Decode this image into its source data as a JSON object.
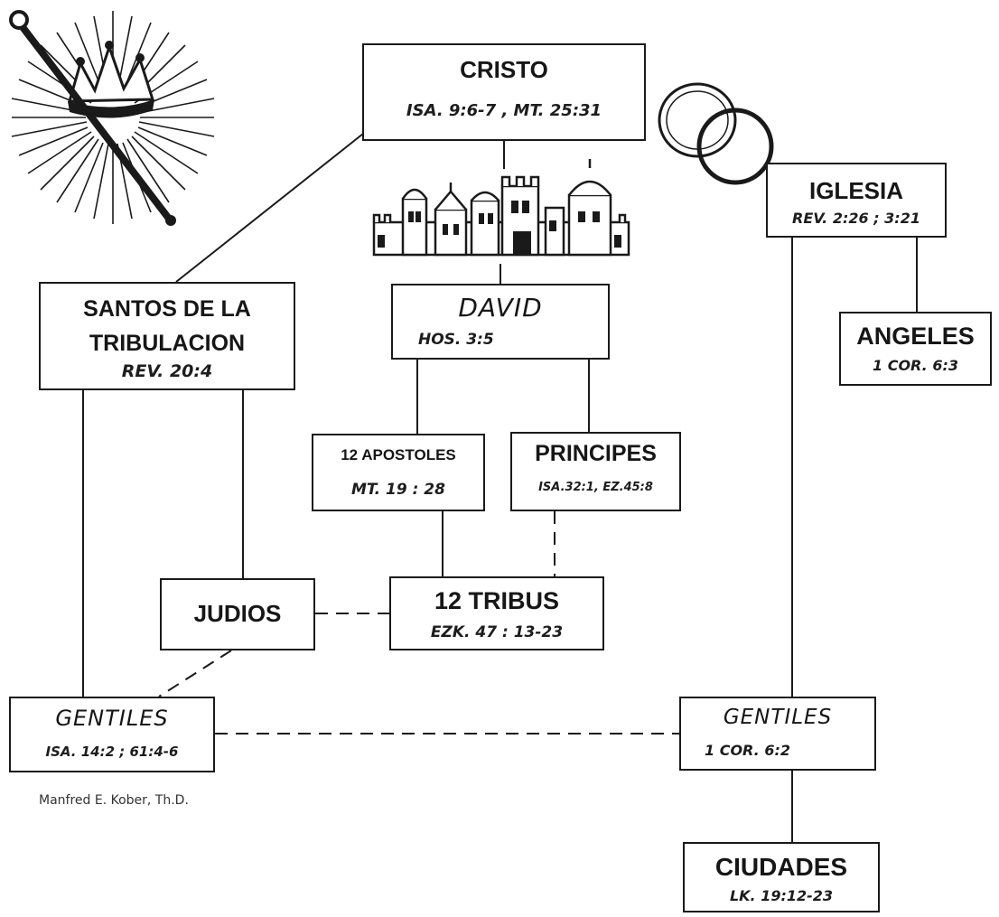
{
  "nodes": {
    "cristo": {
      "title": "CRISTO",
      "ref": "ISA. 9:6-7 , MT. 25:31"
    },
    "iglesia": {
      "title": "IGLESIA",
      "ref": "REV. 2:26 ; 3:21"
    },
    "santos": {
      "title_line1": "SANTOS DE LA",
      "title_line2": "TRIBULACION",
      "ref": "REV. 20:4"
    },
    "david": {
      "title": "DAVID",
      "ref": "HOS. 3:5"
    },
    "angeles": {
      "title": "ANGELES",
      "ref": "1 COR. 6:3"
    },
    "apostoles": {
      "title": "12 APOSTOLES",
      "ref": "MT. 19 : 28"
    },
    "principes": {
      "title": "PRINCIPES",
      "ref": "ISA.32:1, EZ.45:8"
    },
    "judios": {
      "title": "JUDIOS"
    },
    "tribus": {
      "title": "12 TRIBUS",
      "ref": "EZK. 47 : 13-23"
    },
    "gentiles_left": {
      "title": "GENTILES",
      "ref": "ISA. 14:2 ; 61:4-6"
    },
    "gentiles_right": {
      "title": "GENTILES",
      "ref": "1 COR. 6:2"
    },
    "ciudades": {
      "title": "CIUDADES",
      "ref": "LK. 19:12-23"
    }
  },
  "credit": "Manfred E. Kober, Th.D.",
  "icons": [
    "crown-scepter-icon",
    "wedding-rings-icon",
    "jerusalem-city-icon"
  ],
  "colors": {
    "ink": "#1a1a1a",
    "paper": "#ffffff"
  }
}
